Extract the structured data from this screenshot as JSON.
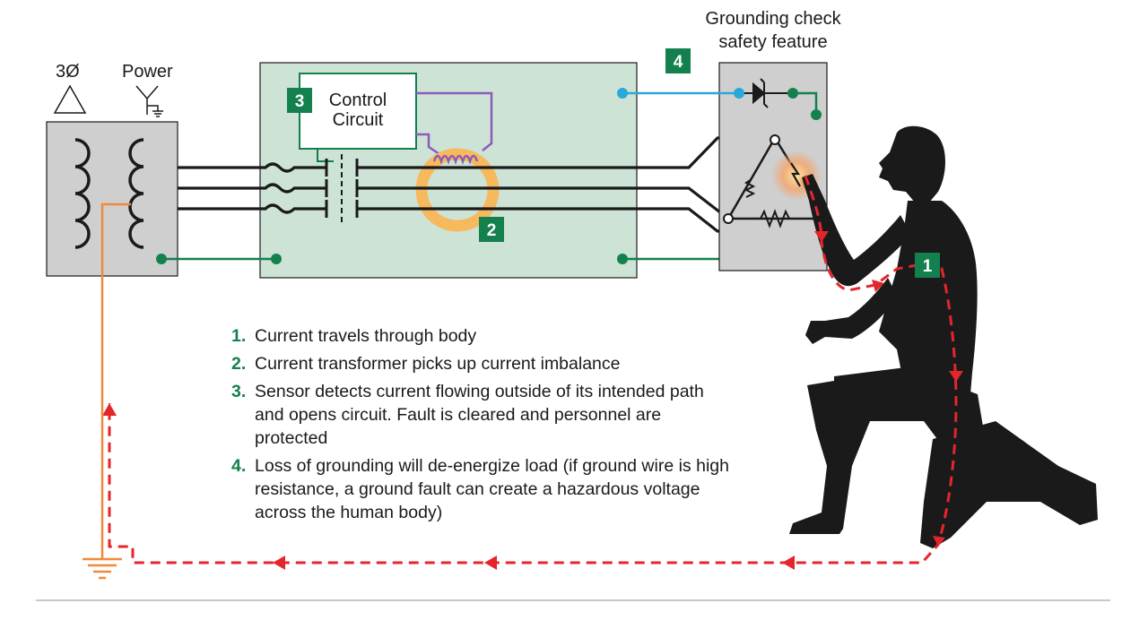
{
  "labels": {
    "phase": "3Ø",
    "power": "Power",
    "control_line1": "Control",
    "control_line2": "Circuit",
    "grounding_line1": "Grounding check",
    "grounding_line2": "safety feature"
  },
  "badges": [
    "1",
    "2",
    "3",
    "4"
  ],
  "legend": [
    {
      "num": "1.",
      "text": "Current travels through body"
    },
    {
      "num": "2.",
      "text": "Current transformer picks up current imbalance"
    },
    {
      "num": "3.",
      "text": "Sensor detects current flowing outside of its intended path and opens circuit. Fault is cleared and personnel are protected"
    },
    {
      "num": "4.",
      "text": "Loss of grounding will de-energize load (if ground wire is high resistance, a ground fault can create a hazardous voltage across the human body)"
    }
  ],
  "colors": {
    "badge_green": "#14804e",
    "box_green": "#cde3d6",
    "box_gray": "#cfcfcf",
    "ground_green": "#14804e",
    "fault_red": "#e4262c",
    "ground_orange": "#ef8a3c",
    "ct_orange": "#f7b95e",
    "coil_purple": "#8b5cb8",
    "signal_blue": "#2aa8d8"
  }
}
